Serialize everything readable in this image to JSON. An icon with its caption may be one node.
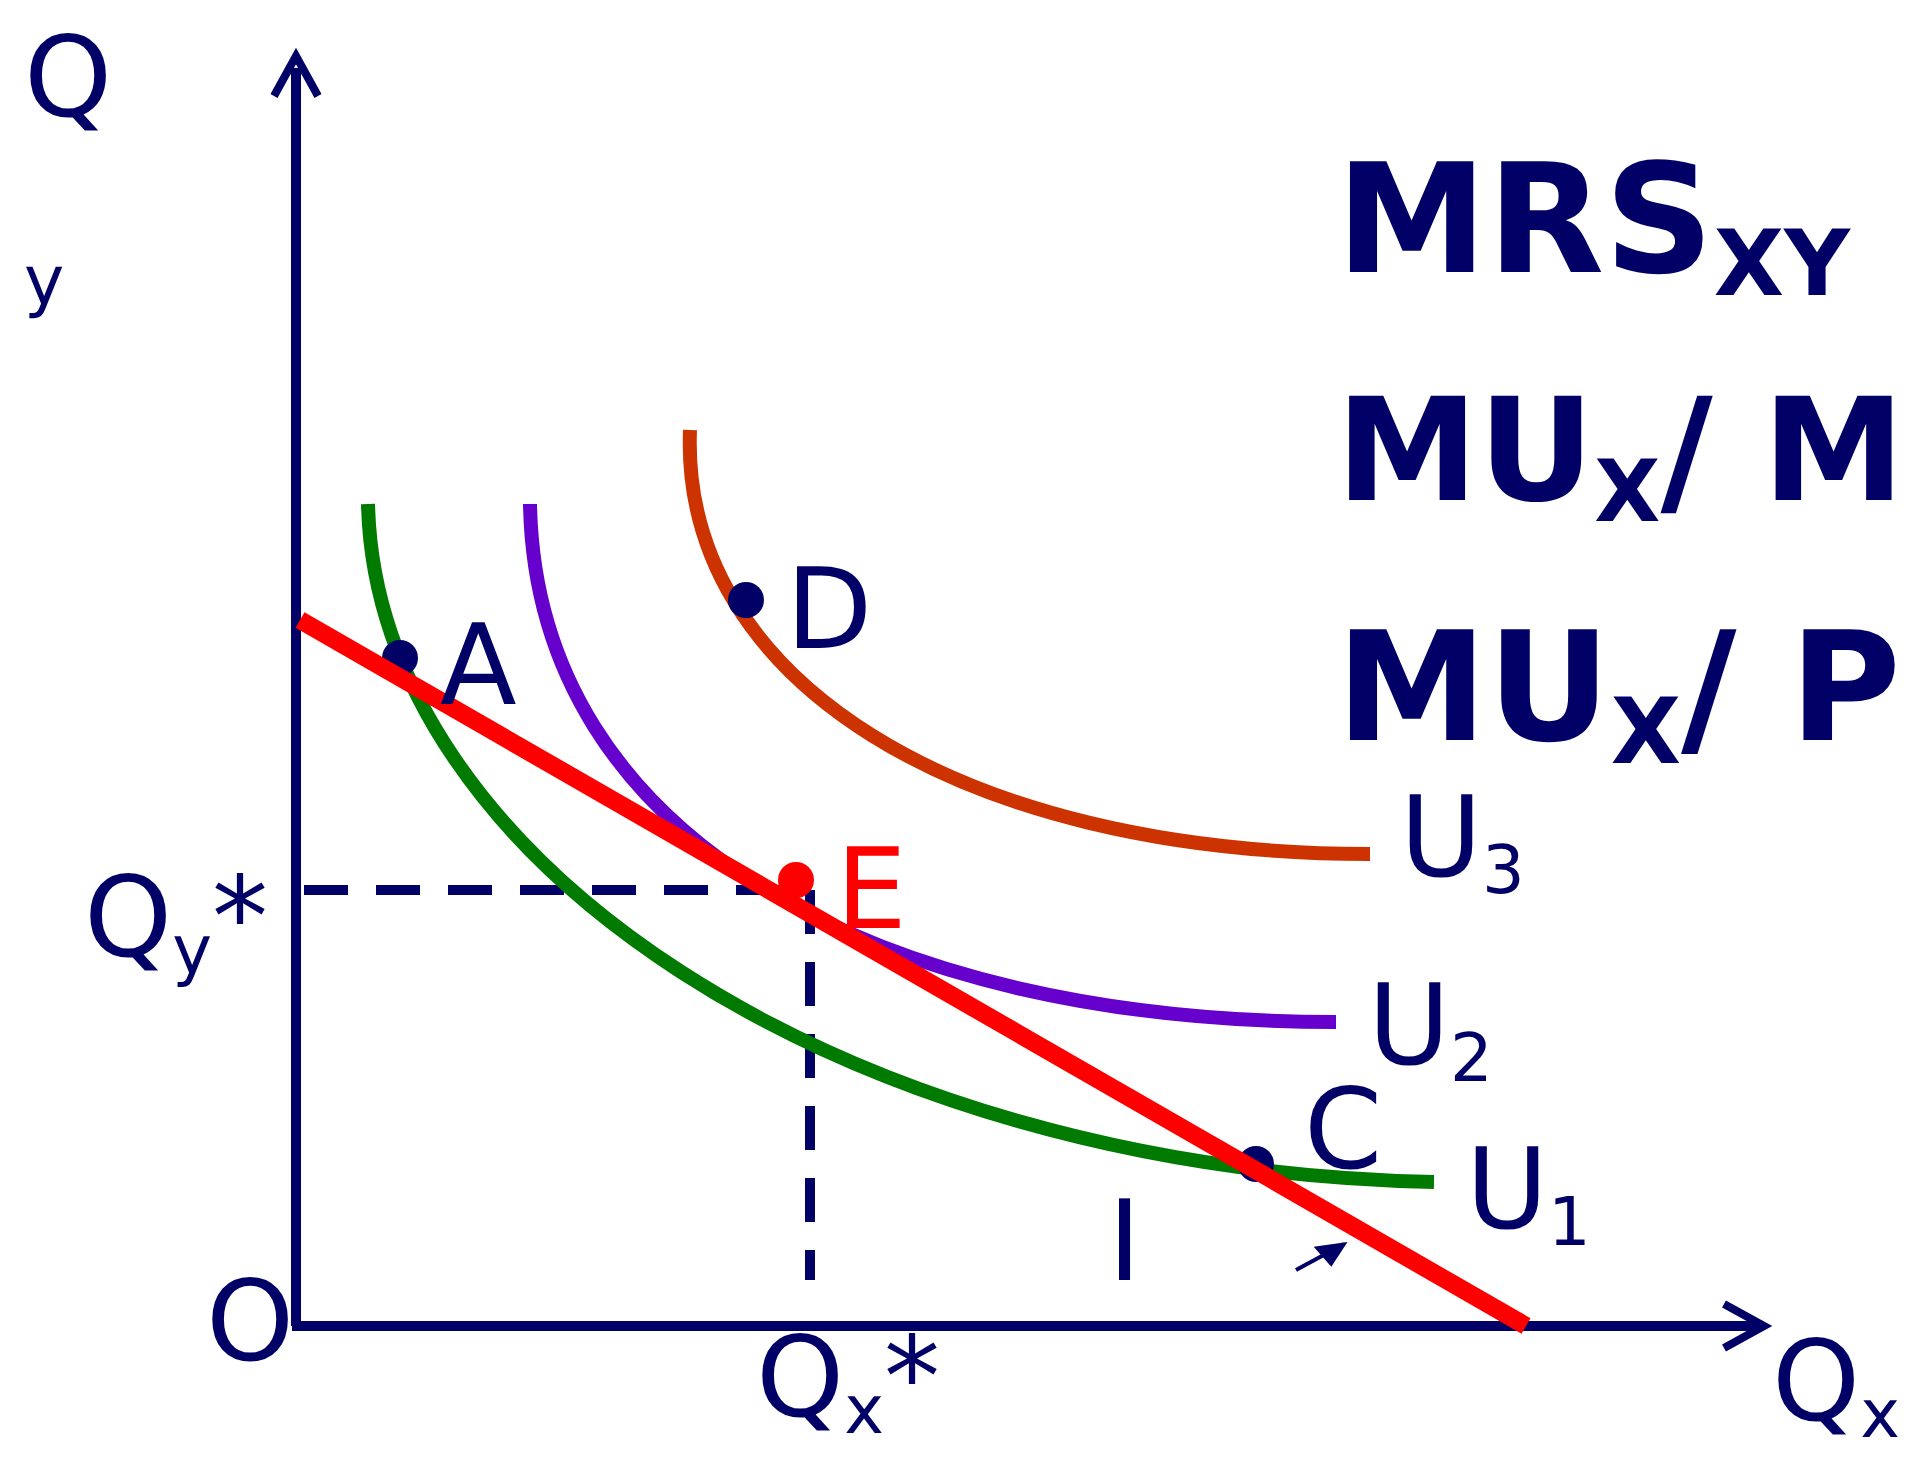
{
  "diagram": {
    "labels": [
      "Q",
      "y",
      "MRS$_{XY}$",
      "MU$_{X}$/ M",
      "MU$_{X}$/ P",
      "D",
      "A",
      "U$_{3}$",
      "E",
      "Q$_{y}$*",
      "U$_{2}$",
      "C",
      "U$_{1}$",
      "I",
      "O",
      "Q$_{x}$*",
      "Q$_{x}$"
    ]
  }
}
